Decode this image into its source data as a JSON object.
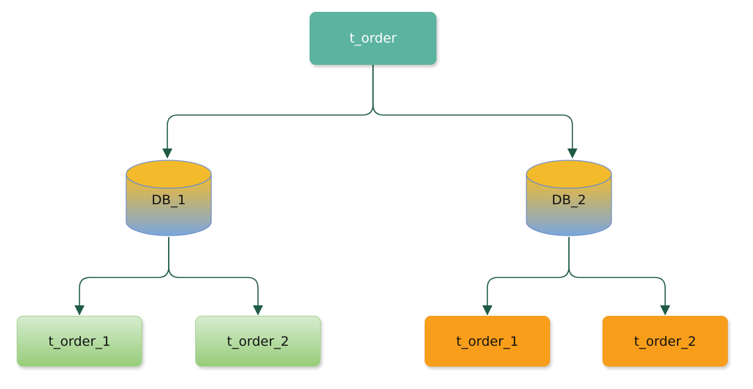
{
  "root": {
    "label": "t_order"
  },
  "databases": [
    {
      "label": "DB_1"
    },
    {
      "label": "DB_2"
    }
  ],
  "tables": [
    {
      "label": "t_order_1",
      "db": "DB_1"
    },
    {
      "label": "t_order_2",
      "db": "DB_1"
    },
    {
      "label": "t_order_1",
      "db": "DB_2"
    },
    {
      "label": "t_order_2",
      "db": "DB_2"
    }
  ],
  "colors": {
    "root_fill": "#5bb3a0",
    "edge": "#1f5c45",
    "db_top": "#f3bb2c",
    "db_bottom": "#7aa6de",
    "table_green_top": "#d6ecd0",
    "table_green_bottom": "#97cd7a",
    "table_orange": "#f89e1b"
  }
}
